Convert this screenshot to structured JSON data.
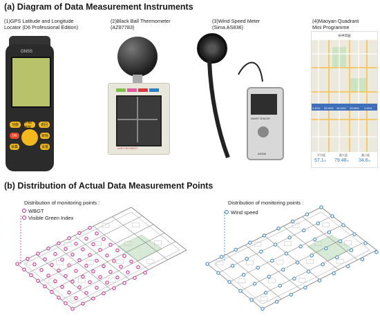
{
  "section_a": {
    "title": "(a) Diagram of Data Measurement Instruments"
  },
  "section_b": {
    "title": "(b) Distribution of Actual Data Measurement Points"
  },
  "instruments": [
    {
      "caption_line1": "(1)GPS Latitude and Longitude",
      "caption_line2": "Locator (D6 Professional Edition)"
    },
    {
      "caption_line1": "(2)Black Ball Thermometer",
      "caption_line2": "(AZ87783)"
    },
    {
      "caption_line1": "(3)Wind Speed Meter",
      "caption_line2": "(Sima AS836)"
    },
    {
      "caption_line1": "(4)Maoyan Quadrant",
      "caption_line2": "Mini Programme"
    }
  ],
  "gps_device": {
    "brand": "GNSS",
    "model": "D6",
    "btn_labels": [
      "功能",
      "平移/缩放",
      "返回",
      "1%",
      "目标",
      "采集",
      "设置"
    ]
  },
  "thermometer": {
    "label": "AZ87783 WBGT"
  },
  "anemometer": {
    "brand": "SMART SENSOR",
    "model": "AS836"
  },
  "mini_programme": {
    "header": "长中华园",
    "overlay_values": [
      "0.42%",
      "39.99%",
      "48.34%",
      "33.68%",
      "4.53%"
    ],
    "stats": [
      {
        "label": "平均值",
        "value": "57.1",
        "unit": "%"
      },
      {
        "label": "最大值",
        "value": "79.48",
        "unit": "%"
      },
      {
        "label": "最小值",
        "value": "34.6",
        "unit": "%"
      }
    ]
  },
  "map_left": {
    "legend_title": "Distribution of monitoring points :",
    "legend_items": [
      "WBGT",
      "Visible Green Index"
    ],
    "color": "#d81b82"
  },
  "map_right": {
    "legend_title": "Distribution of monitoring points :",
    "legend_items": [
      "Wind speed"
    ],
    "color": "#2a7fc7"
  }
}
